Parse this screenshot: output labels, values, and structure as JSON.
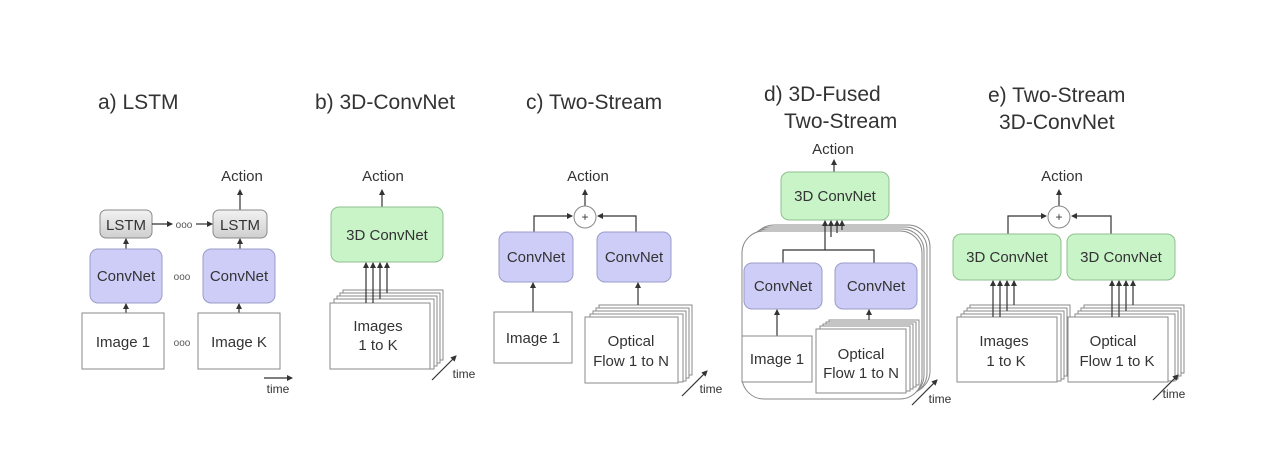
{
  "diagram": {
    "colors": {
      "convnet": "#cdcdf8",
      "convnet_3d": "#c8f4c8",
      "lstm": "#dcdcdc",
      "image": "#ffffff",
      "text": "#333333"
    },
    "common": {
      "action": "Action",
      "time": "time",
      "ellipsis": "ooo",
      "plus": "+"
    },
    "panels": [
      {
        "id": "a",
        "title": "a) LSTM",
        "lstm": "LSTM",
        "convnet": "ConvNet",
        "image_first": "Image 1",
        "image_last": "Image K"
      },
      {
        "id": "b",
        "title": "b) 3D-ConvNet",
        "convnet": "3D ConvNet",
        "images_line1": "Images",
        "images_line2": "1 to K"
      },
      {
        "id": "c",
        "title": "c) Two-Stream",
        "convnet_rgb": "ConvNet",
        "convnet_flow": "ConvNet",
        "image": "Image 1",
        "flow_line1": "Optical",
        "flow_line2": "Flow 1 to N"
      },
      {
        "id": "d",
        "title_line1": "d) 3D-Fused",
        "title_line2": "Two-Stream",
        "convnet_3d": "3D ConvNet",
        "convnet_rgb": "ConvNet",
        "convnet_flow": "ConvNet",
        "image": "Image 1",
        "flow_line1": "Optical",
        "flow_line2": "Flow 1 to N"
      },
      {
        "id": "e",
        "title_line1": "e) Two-Stream",
        "title_line2": "3D-ConvNet",
        "convnet_rgb": "3D ConvNet",
        "convnet_flow": "3D ConvNet",
        "images_line1": "Images",
        "images_line2": "1 to K",
        "flow_line1": "Optical",
        "flow_line2": "Flow 1 to K"
      }
    ]
  }
}
